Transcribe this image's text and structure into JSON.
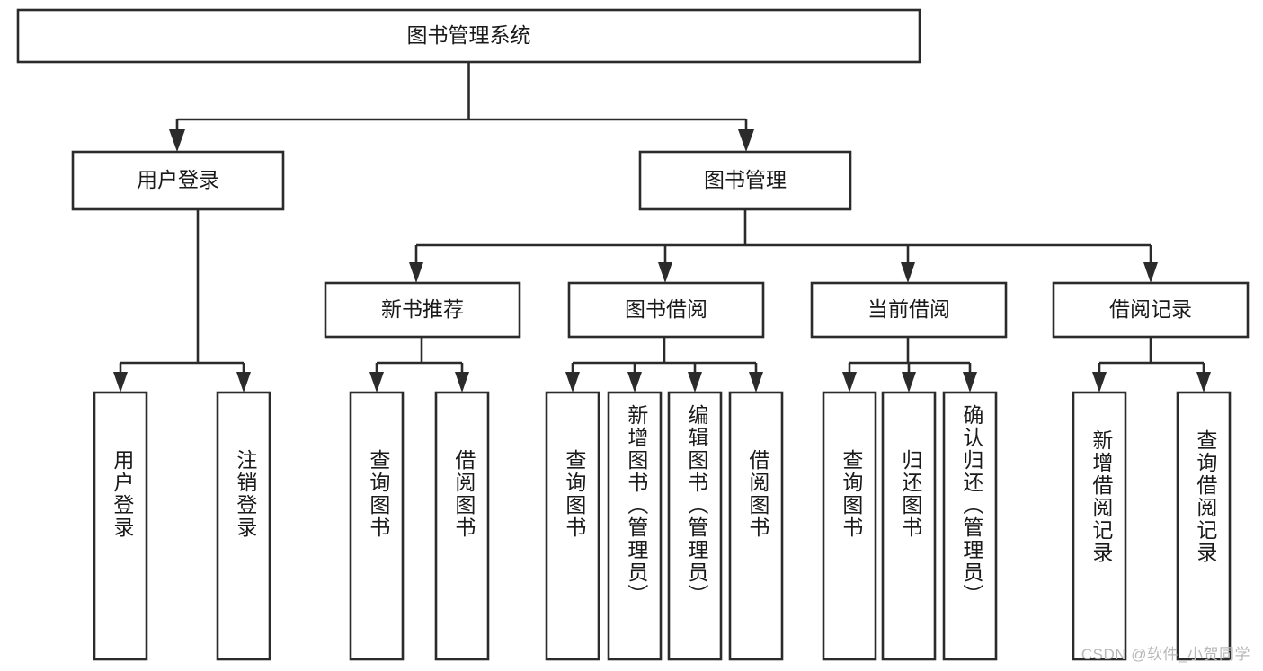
{
  "diagram": {
    "type": "tree-hierarchy",
    "orientation": "top-down",
    "root": {
      "id": "root",
      "label": "图书管理系统",
      "level": 1
    },
    "level2": [
      {
        "id": "user-login",
        "label": "用户登录",
        "level": 2
      },
      {
        "id": "book-management",
        "label": "图书管理",
        "level": 2
      }
    ],
    "level3": [
      {
        "id": "new-book-recommend",
        "label": "新书推荐",
        "level": 3,
        "parent": "book-management"
      },
      {
        "id": "book-borrow",
        "label": "图书借阅",
        "level": 3,
        "parent": "book-management"
      },
      {
        "id": "current-borrow",
        "label": "当前借阅",
        "level": 3,
        "parent": "book-management"
      },
      {
        "id": "borrow-record",
        "label": "借阅记录",
        "level": 3,
        "parent": "book-management"
      }
    ],
    "leaves": [
      {
        "id": "leaf-user-login",
        "label": "用户登录",
        "parent": "user-login"
      },
      {
        "id": "leaf-logout-login",
        "label": "注销登录",
        "parent": "user-login"
      },
      {
        "id": "leaf-query-book-1",
        "label": "查询图书",
        "parent": "new-book-recommend"
      },
      {
        "id": "leaf-borrow-book-1",
        "label": "借阅图书",
        "parent": "new-book-recommend"
      },
      {
        "id": "leaf-query-book-2",
        "label": "查询图书",
        "parent": "book-borrow"
      },
      {
        "id": "leaf-add-book",
        "label": "新增图书（管理员）",
        "parent": "book-borrow"
      },
      {
        "id": "leaf-edit-book",
        "label": "编辑图书（管理员）",
        "parent": "book-borrow"
      },
      {
        "id": "leaf-borrow-book-2",
        "label": "借阅图书",
        "parent": "book-borrow"
      },
      {
        "id": "leaf-query-book-3",
        "label": "查询图书",
        "parent": "current-borrow"
      },
      {
        "id": "leaf-return-book",
        "label": "归还图书",
        "parent": "current-borrow"
      },
      {
        "id": "leaf-confirm-return",
        "label": "确认归还（管理员）",
        "parent": "current-borrow"
      },
      {
        "id": "leaf-add-record",
        "label": "新增借阅记录",
        "parent": "borrow-record"
      },
      {
        "id": "leaf-query-record",
        "label": "查询借阅记录",
        "parent": "borrow-record"
      }
    ]
  },
  "watermark": {
    "text": "CSDN @软件_小贺同学"
  },
  "colors": {
    "box_stroke": "#2b2b2b",
    "box_fill": "#ffffff",
    "connector": "#2b2b2b",
    "text": "#1a1a1a",
    "watermark": "#b9b9b9",
    "background": "#ffffff"
  }
}
